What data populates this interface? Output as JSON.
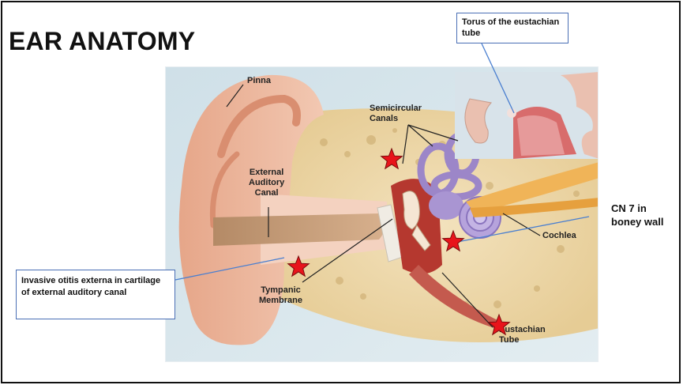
{
  "slide": {
    "title": "EAR ANATOMY"
  },
  "figure": {
    "labels": {
      "pinna": "Pinna",
      "semicircular_canals": "Semicircular\nCanals",
      "external_auditory_canal": "External\nAuditory\nCanal",
      "tympanic_membrane": "Tympanic\nMembrane",
      "cochlea": "Cochlea",
      "eustachian_tube": "Eustachian\nTube"
    }
  },
  "callouts": {
    "torus": "Torus of the eustachian tube",
    "otitis": "Invasive otitis externa in cartilage of external auditory canal",
    "cn7": "CN 7 in\nboney wall"
  },
  "colors": {
    "star_fill": "#e8141b",
    "callout_border": "#4a6fb5",
    "pointer_line": "#4a7fd0"
  }
}
